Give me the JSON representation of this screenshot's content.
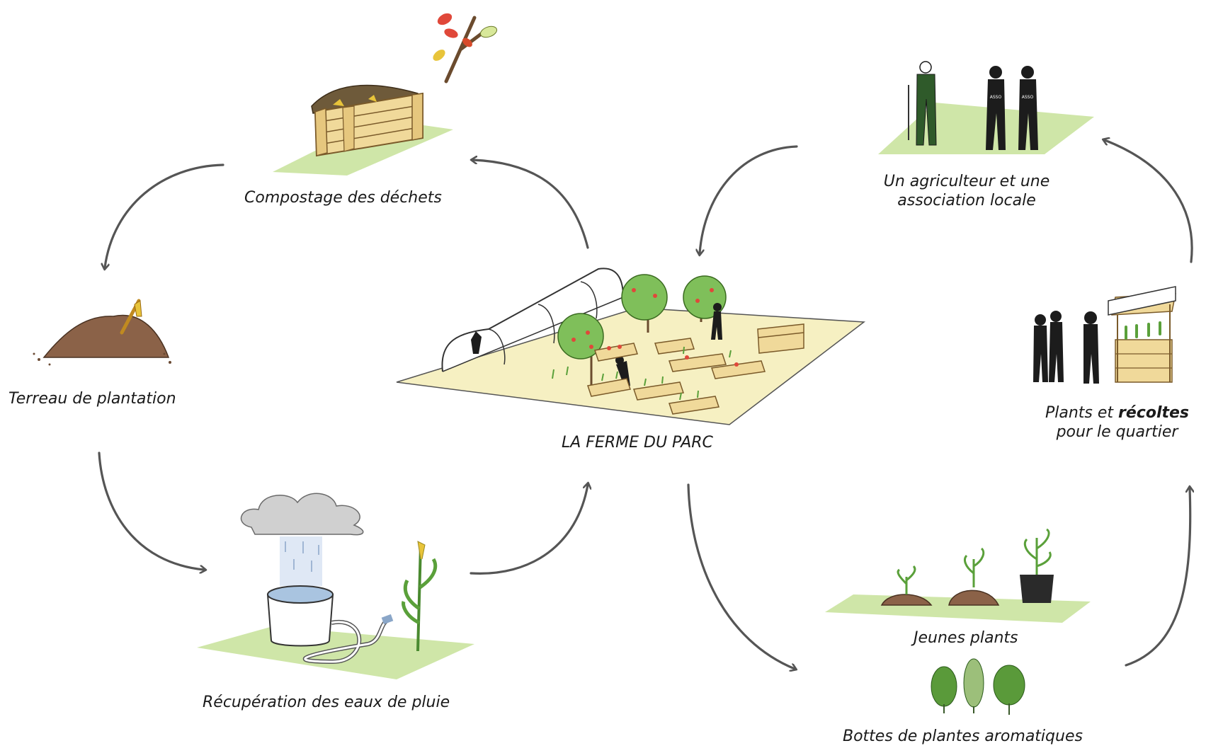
{
  "labels": {
    "compost": "Compostage des déchets",
    "terreau": "Terreau de plantation",
    "eaux": "Récupération des eaux de pluie",
    "ferme": "LA FERME DU PARC",
    "agri_line1": "Un agriculteur et une",
    "agri_line2": "association locale",
    "plants_line1_a": "Plants et ",
    "plants_line1_b": "récoltes",
    "plants_line2": "pour le quartier",
    "jeunes": "Jeunes plants",
    "bottes": "Bottes de plantes aromatiques"
  },
  "shirt_text": "ASSO",
  "colors": {
    "grass": "#cfe6a8",
    "field": "#f6f0c2",
    "wood": "#f0d99a",
    "wood_stroke": "#7a5a2a",
    "soil": "#8b6248",
    "arrow": "#555555",
    "tree": "#7fbf5a",
    "fruit": "#e0483a",
    "figure": "#1c1c1c",
    "cloud": "#d0d0d0",
    "water": "#a9c4e0"
  }
}
